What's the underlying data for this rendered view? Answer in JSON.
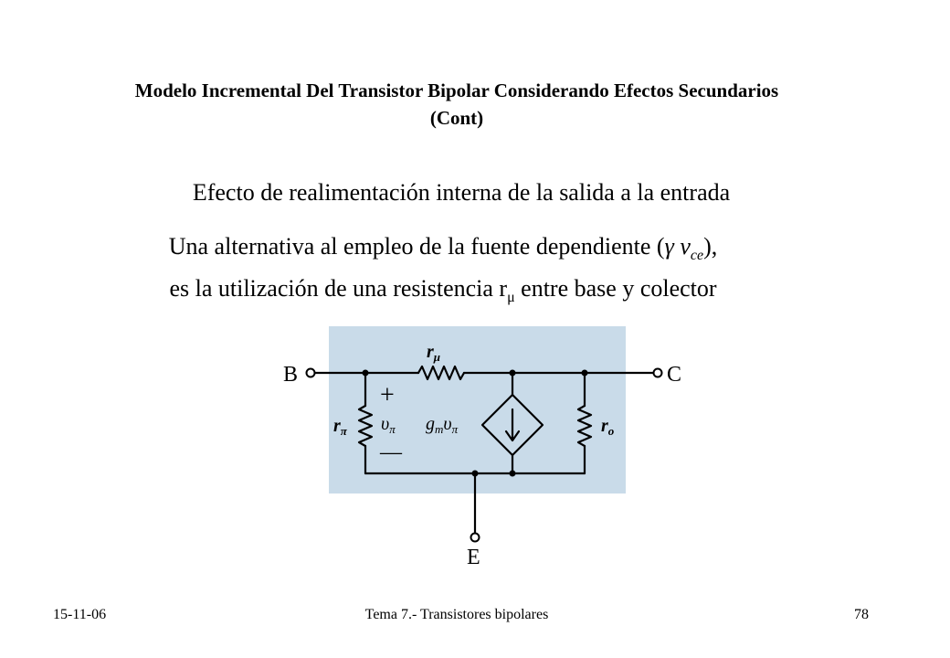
{
  "slide": {
    "title_line1": "Modelo Incremental Del Transistor Bipolar Considerando Efectos Secundarios",
    "title_line2": "(Cont)",
    "subtitle": "Efecto de realimentación interna de la salida a la entrada",
    "body_line1_a": "Una alternativa al empleo de la fuente dependiente (",
    "body_line1_gamma": "γ v",
    "body_line1_sub": "ce",
    "body_line1_b": "),",
    "body_line2_a": "es la utilización de una resistencia r",
    "body_line2_sub": "μ",
    "body_line2_b": " entre base y colector"
  },
  "circuit": {
    "label_B": "B",
    "label_C": "C",
    "label_E": "E",
    "label_rmu": "r",
    "label_rmu_sub": "μ",
    "label_rpi": "r",
    "label_rpi_sub": "π",
    "label_vpi": "υ",
    "label_vpi_sub": "π",
    "label_gm": "g",
    "label_gm_sub": "m",
    "label_gm_v": "υ",
    "label_gm_v_sub": "π",
    "label_ro": "r",
    "label_ro_sub": "o",
    "label_plus": "+",
    "label_minus": "—",
    "panel_color": "#c9dbe9"
  },
  "footer": {
    "date": "15-11-06",
    "topic": "Tema 7.- Transistores bipolares",
    "page": "78"
  }
}
